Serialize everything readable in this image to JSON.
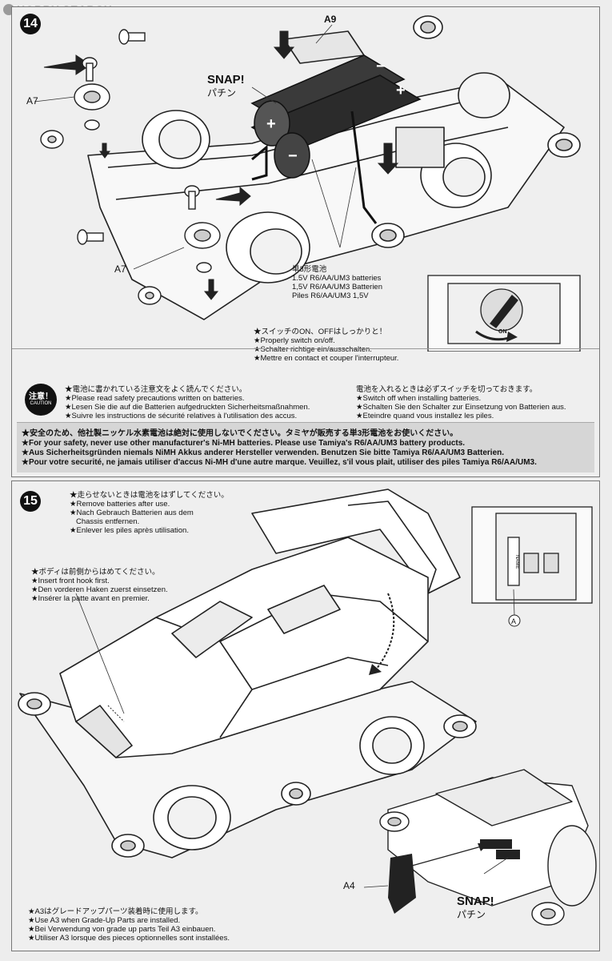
{
  "watermark": "HOBBY SEARCH",
  "step14": {
    "number": "14",
    "labels": {
      "a9": "A9",
      "a7_top": "A7",
      "a7_bottom": "A7",
      "snap": "SNAP!",
      "snap_jp": "パチン"
    },
    "battery_note": [
      "単3形電池",
      "1.5V R6/AA/UM3 batteries",
      "1,5V R6/AA/UM3 Batterien",
      "Piles R6/AA/UM3 1,5V"
    ],
    "switch_note": [
      "★スイッチのON、OFFはしっかりと！",
      "★Properly switch on/off.",
      "★Schalter richtige ein/ausschalten.",
      "★Mettre en contact et couper l'interrupteur."
    ],
    "switch_label": "ON",
    "caution_badge_jp": "注意！",
    "caution_badge_en": "CAUTION",
    "caution_left": [
      "★電池に書かれている注意文をよく読んでください。",
      "★Please read safety precautions written on batteries.",
      "★Lesen Sie die auf die Batterien aufgedruckten Sicherheitsmaßnahmen.",
      "★Suivre les instructions de sécurité relatives à l'utilisation des accus."
    ],
    "caution_right": [
      "電池を入れるときは必ずスイッチを切っておきます。",
      "★Switch off when installing batteries.",
      "★Schalten Sie den Schalter zur Einsetzung von Batterien aus.",
      "★Eteindre quand vous installez les piles."
    ],
    "warning": [
      "★安全のため、他社製ニッケル水素電池は絶対に使用しないでください。タミヤが販売する単3形電池をお使いください。",
      "★For your safety, never use other manufacturer's Ni-MH batteries. Please use Tamiya's R6/AA/UM3 battery products.",
      "★Aus Sicherheitsgründen niemals NiMH Akkus anderer Hersteller verwenden. Benutzen Sie bitte Tamiya R6/AA/UM3 Batterien.",
      "★Pour votre securité, ne jamais utiliser d'accus Ni-MH d'une autre marque. Veuillez, s'il vous plait, utiliser des piles Tamiya R6/AA/UM3."
    ]
  },
  "step15": {
    "number": "15",
    "remove_note": [
      "★走らせないときは電池をはずしてください。",
      "★Remove batteries after use.",
      "★Nach Gebrauch Batterien aus dem",
      "Chassis entfernen.",
      "★Enlever les piles après utilisation."
    ],
    "body_note": [
      "★ボディは前側からはめてください。",
      "★Insert front hook first.",
      "★Den vorderen Haken zuerst einsetzen.",
      "★Insérer la patte avant en premier."
    ],
    "callout_a": "A",
    "name_label": "NAME",
    "a4": "A4",
    "snap": "SNAP!",
    "snap_jp": "パチン",
    "a3_note": [
      "★A3はグレードアップパーツ装着時に使用します。",
      "★Use A3 when Grade-Up Parts are installed.",
      "★Bei Verwendung von grade up parts Teil A3 einbauen.",
      "★Utiliser A3 lorsque des pieces optionnelles sont installées."
    ]
  }
}
